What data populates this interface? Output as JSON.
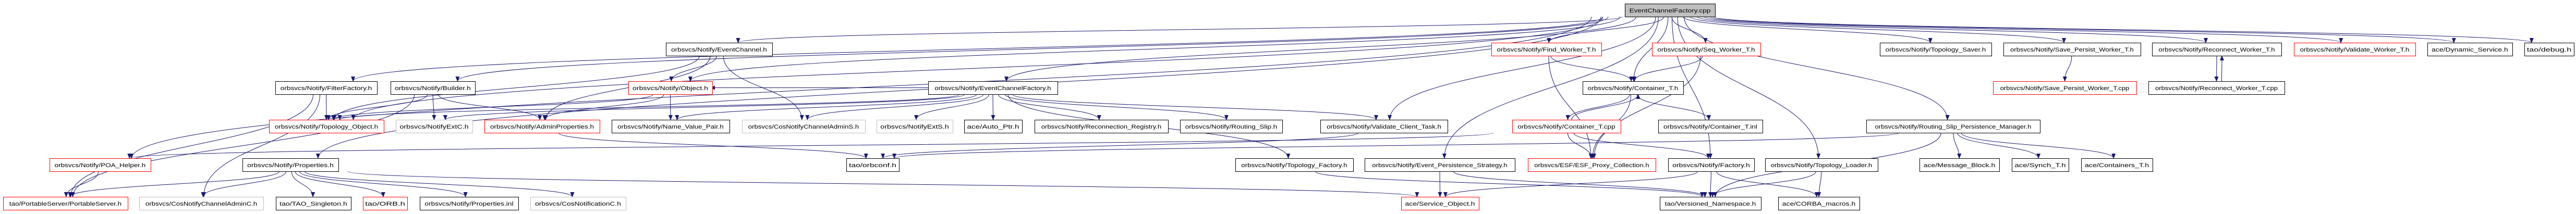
{
  "graph": {
    "colors": {
      "edge": "#191970",
      "normal": "#000000",
      "missing": "#ff0000",
      "external": "#bfbfbf",
      "root_fill": "#bfbfbf"
    },
    "nodes": [
      {
        "id": "root",
        "label": "EventChannelFactory.cpp",
        "style": "root"
      },
      {
        "id": "eventchannel",
        "label": "orbsvcs/Notify/EventChannel.h",
        "style": "normal"
      },
      {
        "id": "findworker",
        "label": "orbsvcs/Notify/Find_Worker_T.h",
        "style": "missing"
      },
      {
        "id": "seqworker",
        "label": "orbsvcs/Notify/Seq_Worker_T.h",
        "style": "missing"
      },
      {
        "id": "toposaver",
        "label": "orbsvcs/Notify/Topology_Saver.h",
        "style": "normal"
      },
      {
        "id": "savepersisth",
        "label": "orbsvcs/Notify/Save_Persist_Worker_T.h",
        "style": "normal"
      },
      {
        "id": "reconnecth",
        "label": "orbsvcs/Notify/Reconnect_Worker_T.h",
        "style": "normal"
      },
      {
        "id": "validateworker",
        "label": "orbsvcs/Notify/Validate_Worker_T.h",
        "style": "missing"
      },
      {
        "id": "dynservice",
        "label": "ace/Dynamic_Service.h",
        "style": "normal"
      },
      {
        "id": "debug",
        "label": "tao/debug.h",
        "style": "normal"
      },
      {
        "id": "filterfactory",
        "label": "orbsvcs/Notify/FilterFactory.h",
        "style": "normal"
      },
      {
        "id": "builder",
        "label": "orbsvcs/Notify/Builder.h",
        "style": "normal"
      },
      {
        "id": "object",
        "label": "orbsvcs/Notify/Object.h",
        "style": "missing"
      },
      {
        "id": "ecfactoryh",
        "label": "orbsvcs/Notify/EventChannelFactory.h",
        "style": "normal"
      },
      {
        "id": "containerh",
        "label": "orbsvcs/Notify/Container_T.h",
        "style": "normal"
      },
      {
        "id": "savepersistcpp",
        "label": "orbsvcs/Notify/Save_Persist_Worker_T.cpp",
        "style": "missing"
      },
      {
        "id": "reconnectcpp",
        "label": "orbsvcs/Notify/Reconnect_Worker_T.cpp",
        "style": "normal"
      },
      {
        "id": "topoobject",
        "label": "orbsvcs/Notify/Topology_Object.h",
        "style": "missing"
      },
      {
        "id": "notifyextc",
        "label": "orbsvcs/NotifyExtC.h",
        "style": "external"
      },
      {
        "id": "adminprops",
        "label": "orbsvcs/Notify/AdminProperties.h",
        "style": "missing"
      },
      {
        "id": "namevalue",
        "label": "orbsvcs/Notify/Name_Value_Pair.h",
        "style": "normal"
      },
      {
        "id": "cosadmins",
        "label": "orbsvcs/CosNotifyChannelAdminS.h",
        "style": "external"
      },
      {
        "id": "notifyexts",
        "label": "orbsvcs/NotifyExtS.h",
        "style": "external"
      },
      {
        "id": "autoptr",
        "label": "ace/Auto_Ptr.h",
        "style": "normal"
      },
      {
        "id": "reconnreg",
        "label": "orbsvcs/Notify/Reconnection_Registry.h",
        "style": "normal"
      },
      {
        "id": "routingslip",
        "label": "orbsvcs/Notify/Routing_Slip.h",
        "style": "normal"
      },
      {
        "id": "validateclient",
        "label": "orbsvcs/Notify/Validate_Client_Task.h",
        "style": "normal"
      },
      {
        "id": "containercpp",
        "label": "orbsvcs/Notify/Container_T.cpp",
        "style": "missing"
      },
      {
        "id": "containerinl",
        "label": "orbsvcs/Notify/Container_T.inl",
        "style": "normal"
      },
      {
        "id": "rspm",
        "label": "orbsvcs/Notify/Routing_Slip_Persistence_Manager.h",
        "style": "normal"
      },
      {
        "id": "poahelper",
        "label": "orbsvcs/Notify/POA_Helper.h",
        "style": "missing"
      },
      {
        "id": "properties",
        "label": "orbsvcs/Notify/Properties.h",
        "style": "normal"
      },
      {
        "id": "orbconf",
        "label": "tao/orbconf.h",
        "style": "normal"
      },
      {
        "id": "topofactory",
        "label": "orbsvcs/Notify/Topology_Factory.h",
        "style": "normal"
      },
      {
        "id": "eventpersist",
        "label": "orbsvcs/Notify/Event_Persistence_Strategy.h",
        "style": "normal"
      },
      {
        "id": "esfproxy",
        "label": "orbsvcs/ESF/ESF_Proxy_Collection.h",
        "style": "missing"
      },
      {
        "id": "factory",
        "label": "orbsvcs/Notify/Factory.h",
        "style": "normal"
      },
      {
        "id": "topoloader",
        "label": "orbsvcs/Notify/Topology_Loader.h",
        "style": "normal"
      },
      {
        "id": "msgblock",
        "label": "ace/Message_Block.h",
        "style": "normal"
      },
      {
        "id": "syncht",
        "label": "ace/Synch_T.h",
        "style": "normal"
      },
      {
        "id": "containerst",
        "label": "ace/Containers_T.h",
        "style": "normal"
      },
      {
        "id": "portableserver",
        "label": "tao/PortableServer/PortableServer.h",
        "style": "missing"
      },
      {
        "id": "cosadminc",
        "label": "orbsvcs/CosNotifyChannelAdminC.h",
        "style": "external"
      },
      {
        "id": "singleton",
        "label": "tao/TAO_Singleton.h",
        "style": "normal"
      },
      {
        "id": "orb",
        "label": "tao/ORB.h",
        "style": "missing"
      },
      {
        "id": "propsinl",
        "label": "orbsvcs/Notify/Properties.inl",
        "style": "normal"
      },
      {
        "id": "cosnotifc",
        "label": "orbsvcs/CosNotificationC.h",
        "style": "external"
      },
      {
        "id": "serviceobject",
        "label": "ace/Service_Object.h",
        "style": "missing"
      },
      {
        "id": "versioned",
        "label": "tao/Versioned_Namespace.h",
        "style": "normal"
      },
      {
        "id": "corbamacros",
        "label": "ace/CORBA_macros.h",
        "style": "normal"
      }
    ],
    "edges": [
      [
        "root",
        "eventchannel"
      ],
      [
        "root",
        "findworker"
      ],
      [
        "root",
        "seqworker"
      ],
      [
        "root",
        "toposaver"
      ],
      [
        "root",
        "savepersisth"
      ],
      [
        "root",
        "reconnecth"
      ],
      [
        "root",
        "validateworker"
      ],
      [
        "root",
        "dynservice"
      ],
      [
        "root",
        "debug"
      ],
      [
        "root",
        "filterfactory"
      ],
      [
        "root",
        "builder"
      ],
      [
        "root",
        "ecfactoryh"
      ],
      [
        "root",
        "containerh"
      ],
      [
        "root",
        "properties"
      ],
      [
        "root",
        "poahelper"
      ],
      [
        "root",
        "validateclient"
      ],
      [
        "root",
        "rspm"
      ],
      [
        "root",
        "eventpersist"
      ],
      [
        "root",
        "factory"
      ],
      [
        "root",
        "topoloader"
      ],
      [
        "root",
        "object"
      ],
      [
        "root",
        "topoobject"
      ],
      [
        "eventchannel",
        "object"
      ],
      [
        "eventchannel",
        "cosadmins"
      ],
      [
        "eventchannel",
        "topoobject"
      ],
      [
        "eventchannel",
        "adminprops"
      ],
      [
        "ecfactoryh",
        "notifyexts"
      ],
      [
        "ecfactoryh",
        "autoptr"
      ],
      [
        "ecfactoryh",
        "reconnreg"
      ],
      [
        "ecfactoryh",
        "routingslip"
      ],
      [
        "ecfactoryh",
        "validateclient"
      ],
      [
        "ecfactoryh",
        "topofactory"
      ],
      [
        "ecfactoryh",
        "object"
      ],
      [
        "ecfactoryh",
        "namevalue"
      ],
      [
        "ecfactoryh",
        "cosadmins"
      ],
      [
        "ecfactoryh",
        "topoobject"
      ],
      [
        "ecfactoryh",
        "notifyextc"
      ],
      [
        "filterfactory",
        "topoobject"
      ],
      [
        "filterfactory",
        "portableserver"
      ],
      [
        "filterfactory",
        "cosadminc"
      ],
      [
        "builder",
        "topoobject"
      ],
      [
        "builder",
        "notifyextc"
      ],
      [
        "builder",
        "adminprops"
      ],
      [
        "builder",
        "portableserver"
      ],
      [
        "object",
        "adminprops"
      ],
      [
        "object",
        "namevalue"
      ],
      [
        "object",
        "topoobject"
      ],
      [
        "adminprops",
        "orbconf"
      ],
      [
        "properties",
        "portableserver"
      ],
      [
        "properties",
        "cosadminc"
      ],
      [
        "properties",
        "singleton"
      ],
      [
        "properties",
        "orb"
      ],
      [
        "properties",
        "propsinl"
      ],
      [
        "properties",
        "cosnotifc"
      ],
      [
        "properties",
        "serviceobject"
      ],
      [
        "poahelper",
        "portableserver"
      ],
      [
        "findworker",
        "containerh"
      ],
      [
        "findworker",
        "esfproxy"
      ],
      [
        "seqworker",
        "containerh"
      ],
      [
        "seqworker",
        "esfproxy"
      ],
      [
        "containerh",
        "containercpp"
      ],
      [
        "containerh",
        "containerinl"
      ],
      [
        "containerh",
        "esfproxy"
      ],
      [
        "containercpp",
        "containerh"
      ],
      [
        "containercpp",
        "esfproxy"
      ],
      [
        "containercpp",
        "factory"
      ],
      [
        "containercpp",
        "poahelper"
      ],
      [
        "factory",
        "versioned"
      ],
      [
        "factory",
        "corbamacros"
      ],
      [
        "factory",
        "serviceobject"
      ],
      [
        "topoloader",
        "versioned"
      ],
      [
        "topoloader",
        "corbamacros"
      ],
      [
        "eventpersist",
        "serviceobject"
      ],
      [
        "eventpersist",
        "versioned"
      ],
      [
        "topofactory",
        "versioned"
      ],
      [
        "rspm",
        "msgblock"
      ],
      [
        "rspm",
        "syncht"
      ],
      [
        "rspm",
        "containerst"
      ],
      [
        "rspm",
        "versioned"
      ],
      [
        "rspm",
        "orbconf"
      ],
      [
        "validateclient",
        "orbconf"
      ],
      [
        "savepersisth",
        "savepersistcpp"
      ],
      [
        "reconnecth",
        "reconnectcpp"
      ],
      [
        "reconnectcpp",
        "reconnecth"
      ]
    ]
  }
}
